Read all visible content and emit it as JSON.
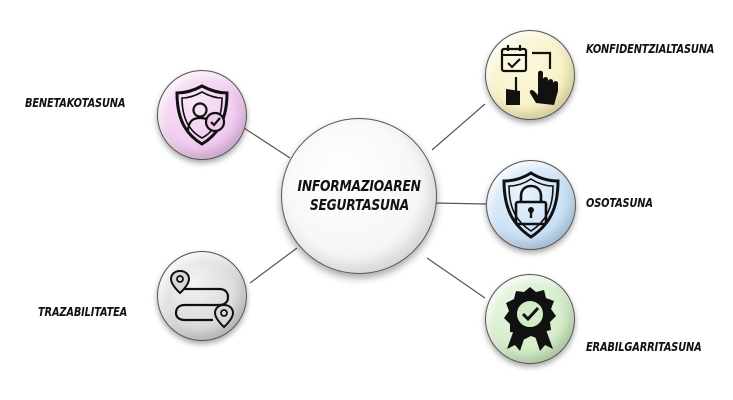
{
  "center": {
    "line1": "INFORMAZIOAREN",
    "line2": "SEGURTASUNA"
  },
  "nodes": [
    {
      "label": "BENETAKOTASUNA",
      "icon": "shield-user-check-icon",
      "color": "#f0c9ee"
    },
    {
      "label": "TRAZABILITATEA",
      "icon": "route-pins-icon",
      "color": "#d9d9d9"
    },
    {
      "label": "KONFIDENTZIALTASUNA",
      "icon": "calendar-hand-touch-icon",
      "color": "#f7f1c0"
    },
    {
      "label": "OSOTASUNA",
      "icon": "shield-padlock-icon",
      "color": "#c8e0f5"
    },
    {
      "label": "ERABILGARRITASUNA",
      "icon": "badge-check-ribbon-icon",
      "color": "#d2ecc7"
    }
  ]
}
